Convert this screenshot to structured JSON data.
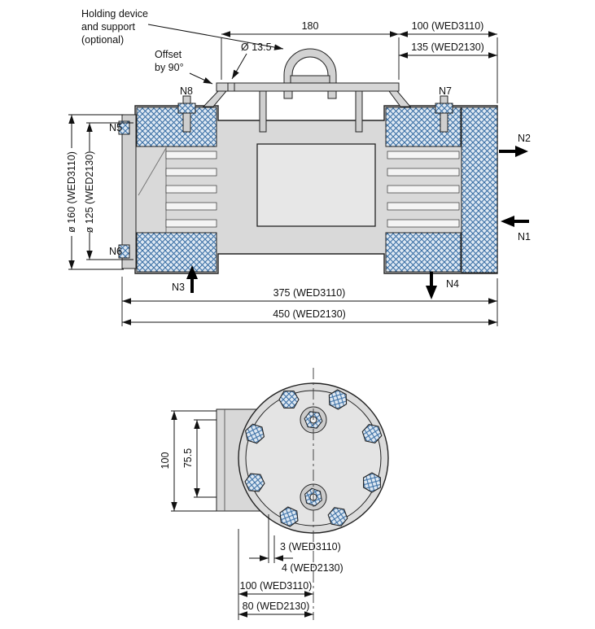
{
  "colors": {
    "line": "#1a1a1a",
    "fill_body": "#d9d9d9",
    "fill_light": "#e7e7e7",
    "hatch_line": "#3a6fa5",
    "hatch_bg": "#dfe9f3",
    "arrow": "#000000"
  },
  "side_view": {
    "callouts": {
      "holding_device": [
        "Holding device",
        "and support",
        "(optional)"
      ],
      "offset": [
        "Offset",
        "by 90°"
      ],
      "hole_dia": "Ø 13.5"
    },
    "nozzles": {
      "n1": "N1",
      "n2": "N2",
      "n3": "N3",
      "n4": "N4",
      "n5": "N5",
      "n6": "N6",
      "n7": "N7",
      "n8": "N8"
    },
    "dims": {
      "bracket_span": "180",
      "end_offset_a": "100 (WED3110)",
      "end_offset_b": "135 (WED2130)",
      "dia_a": "ø 160  (WED3110)",
      "dia_b": "ø 125  (WED2130)",
      "length_a": "375 (WED3110)",
      "length_b": "450 (WED2130)"
    }
  },
  "front_view": {
    "dims": {
      "bracket_height": "100",
      "bolt_spacing": "75.5",
      "gap_a": "3 (WED3110)",
      "gap_b": "4 (WED2130)",
      "depth_a": "100 (WED3110)",
      "depth_b": "80 (WED2130)"
    }
  }
}
